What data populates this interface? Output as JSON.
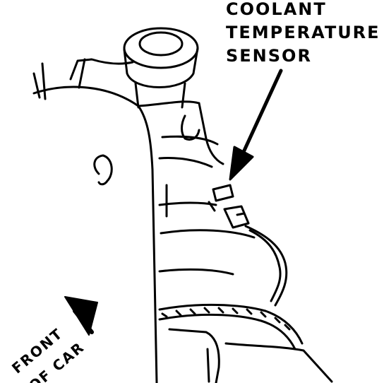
{
  "callout": {
    "line1": "COOLANT",
    "line2": "TEMPERATURE",
    "line3": "SENSOR"
  },
  "direction": {
    "line1": "FRONT",
    "line2": "OF CAR"
  },
  "colors": {
    "ink": "#000000",
    "paper": "#ffffff"
  }
}
